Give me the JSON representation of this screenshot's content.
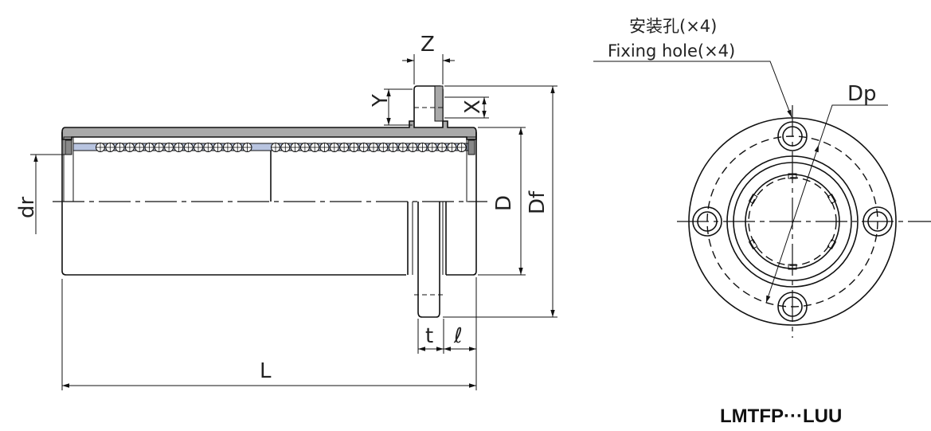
{
  "dimensions": {
    "Z": "Z",
    "Y": "Y",
    "X": "X",
    "D": "D",
    "Df": "Df",
    "dr": "dr",
    "t": "t",
    "l": "ℓ",
    "L": "L",
    "Dp": "Dp"
  },
  "notes": {
    "fixing_hole_cn": "安装孔(×4)",
    "fixing_hole_en": "Fixing hole(×4)"
  },
  "model_label": "LMTFP···LUU",
  "colors": {
    "shell": "#a9a9a9",
    "retainer": "#b8c4e0",
    "line": "#111111"
  }
}
